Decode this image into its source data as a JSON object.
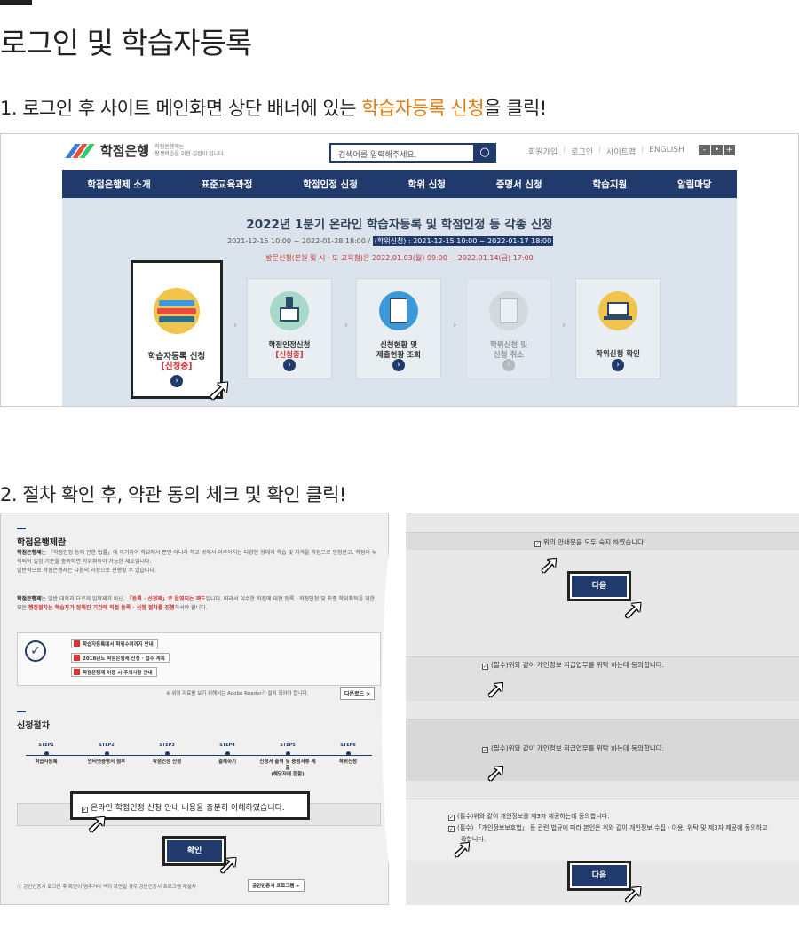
{
  "page": {
    "title": "로그인 및 학습자등록",
    "step1": {
      "prefix": "1. 로그인 후 사이트 메인화면 상단 배너에 있는 ",
      "highlight": "학습자등록 신청",
      "suffix": "을 클릭!"
    },
    "step2": "2. 절차 확인 후, 약관 동의 체크 및 확인 클릭!"
  },
  "site": {
    "logo_name": "학점은행",
    "logo_sub1": "학점은행제는",
    "logo_sub2": "평생학습을 위한 길잡이 입니다.",
    "search_placeholder": "검색어를 입력해주세요.",
    "util": [
      "회원가입",
      "로그인",
      "사이트맵",
      "ENGLISH"
    ],
    "zoom": [
      "-",
      "•",
      "+"
    ],
    "nav": [
      "학점은행제 소개",
      "표준교육과정",
      "학점인정 신청",
      "학위 신청",
      "증명서 신청",
      "학습지원",
      "알림마당"
    ],
    "banner": {
      "title": "2022년 1분기 온라인 학습자등록 및 학점인정 등 각종 신청",
      "date1": "2021-12-15 10:00 ~ 2022-01-28 18:00 / ",
      "date2": "(학위신청) : 2021-12-15 10:00 ~ 2022-01-17 18:00",
      "visit": "방문신청(본원 및 시 · 도 교육청)은 2022.01.03(월) 09:00 ~ 2022.01.14(금) 17:00",
      "cards": [
        {
          "label": "학습자등록 신청",
          "status": "[신청중]"
        },
        {
          "label": "학점인정신청",
          "status": "[신청중]"
        },
        {
          "label": "신청현황 및",
          "label2": "제출현황 조회"
        },
        {
          "label": "학위신청 및",
          "label2": "신청 취소"
        },
        {
          "label": "학위신청 확인"
        }
      ]
    }
  },
  "left_panel": {
    "heading": "학점은행제란",
    "p1_bold": "학점은행제",
    "p1": "는 「학점인정 등에 관한 법률」에 의거하여 학교에서 뿐만 아니라 학교 밖에서 이루어지는 다양한 형태의 학습 및 자격을 학점으로 인정받고, 학점이 누적되어 일정 기준을 충족하면 학위취득이 가능한 제도입니다.",
    "p1b": "일반적으로 학점은행제는 다음의 과정으로 진행할 수 있습니다.",
    "p2_bold": "학점은행제",
    "p2a": "는 일반 대학과 다르게 입학제가 아닌, ",
    "p2_red": "「등록 · 신청제」로 운영되는 제도",
    "p2b": "입니다. 따라서 이수한 학점에 대한 등록 · 학점인정 및 최종 학위취득을 위한 모든 ",
    "p2_red2": "행정절차는 학습자가 정해진 기간에 직접 등록 · 신청 절차를 진행",
    "p2c": "하셔야 합니다.",
    "docs": [
      "학습자등록에서 학위수여까지 안내",
      "2018년도 학점은행제 신청 · 접수 계획",
      "학점은행제 이용 시 주의사항 안내"
    ],
    "adobe": "※ 위의 자료를 보기 위해서는 Adobe Reader가 설치 되어야 합니다.",
    "download": "다운로드 >",
    "proc_heading": "신청절차",
    "steps": [
      {
        "n": "STEP1",
        "t": "학습자등록"
      },
      {
        "n": "STEP2",
        "t": "인터넷증명서 첨부"
      },
      {
        "n": "STEP3",
        "t": "학점인정 신청"
      },
      {
        "n": "STEP4",
        "t": "결제하기"
      },
      {
        "n": "STEP5",
        "t": "신청서 출력 및 증빙서류 제출",
        "t2": "(해당자에 한함)"
      },
      {
        "n": "STEP6",
        "t": "학위신청"
      }
    ],
    "agree": "온라인 학점인정 신청 안내 내용을 충분히 이해하였습니다.",
    "confirm": "확인",
    "note": "ⓘ 공인인증서 로그인 후 화면이 멈추거나 백지 화면일 경우 공인인증서 프로그램 재설치",
    "cert": "공인인증서 프로그램 >"
  },
  "right_panel": {
    "agree1": "위의 안내문을 모두 숙지 하였습니다.",
    "next": "다음",
    "agree2": "(필수)위와 같이 개인정보 취급업무를 위탁 하는데 동의합니다.",
    "agree3": "(필수)위와 같이 개인정보 취급업무를 위탁 하는데 동의합니다.",
    "agree4": "(필수)위와 같이 개인정보를 제3자 제공하는데 동의합니다.",
    "agree5": "(필수) 「개인정보보호법」 등 관련 법규에 따라 본인은 위와 같이 개인정보 수집 · 이용, 위탁 및 제3자 제공에 동의하고",
    "agree5b": "확합니다."
  },
  "colors": {
    "navy": "#1f3a6b",
    "highlight": "#e07b10",
    "red": "#cc3333"
  }
}
